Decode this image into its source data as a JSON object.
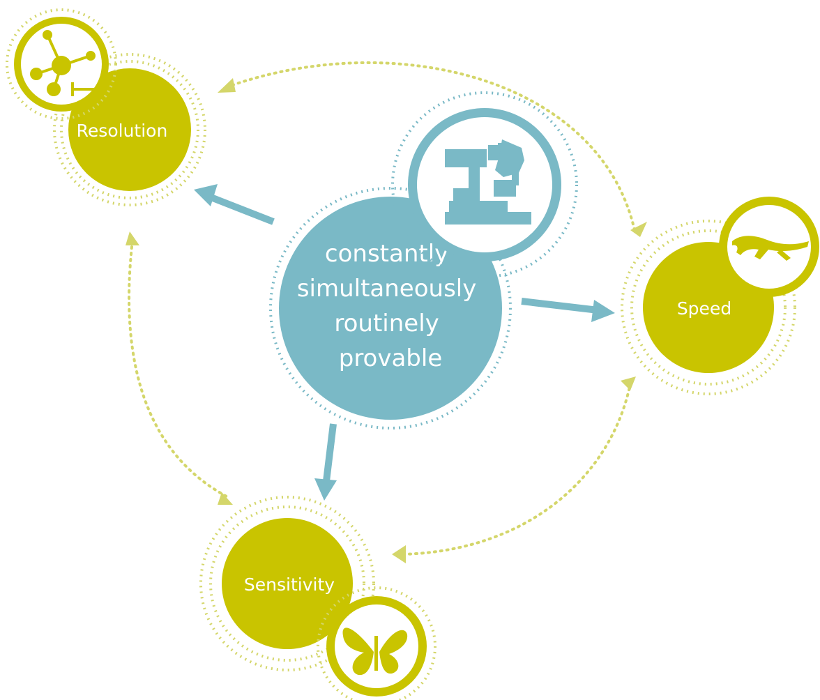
{
  "center": {
    "lines": [
      "constantly",
      "simultaneously",
      "routinely",
      "provable"
    ],
    "icon": "microscope-icon"
  },
  "nodes": {
    "resolution": {
      "label": "Resolution",
      "icon": "molecule-icon"
    },
    "speed": {
      "label": "Speed",
      "icon": "cheetah-icon"
    },
    "sensitivity": {
      "label": "Sensitivity",
      "icon": "butterfly-icon"
    }
  },
  "colors": {
    "center": "#7ab9c6",
    "node": "#c9c400",
    "dotted_green": "#d4d66a",
    "dotted_blue": "#7ab9c6",
    "background": "#ffffff"
  }
}
